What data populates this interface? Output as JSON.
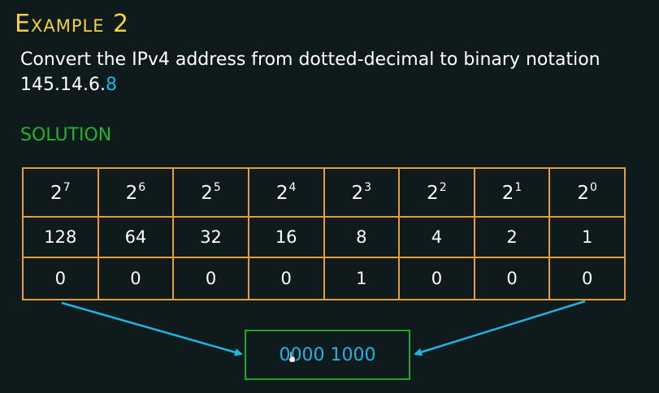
{
  "title": "Example 2",
  "prompt": {
    "text": "Convert the IPv4 address from dotted-decimal to binary notation",
    "address_prefix": "145.14.6.",
    "address_highlight": "8"
  },
  "solution_label": "SOLUTION",
  "table": {
    "powers": [
      {
        "base": "2",
        "exp": "7"
      },
      {
        "base": "2",
        "exp": "6"
      },
      {
        "base": "2",
        "exp": "5"
      },
      {
        "base": "2",
        "exp": "4"
      },
      {
        "base": "2",
        "exp": "3"
      },
      {
        "base": "2",
        "exp": "2"
      },
      {
        "base": "2",
        "exp": "1"
      },
      {
        "base": "2",
        "exp": "0"
      }
    ],
    "weights": [
      "128",
      "64",
      "32",
      "16",
      "8",
      "4",
      "2",
      "1"
    ],
    "bits": [
      "0",
      "0",
      "0",
      "0",
      "1",
      "0",
      "0",
      "0"
    ]
  },
  "result": "0000 1000",
  "colors": {
    "background": "#0f1a1c",
    "title": "#f5d13d",
    "highlight": "#1fb3e6",
    "solution": "#20b52e",
    "table_border": "#e79b3a",
    "arrow": "#1fb3e6",
    "result_border": "#1fa52a"
  }
}
